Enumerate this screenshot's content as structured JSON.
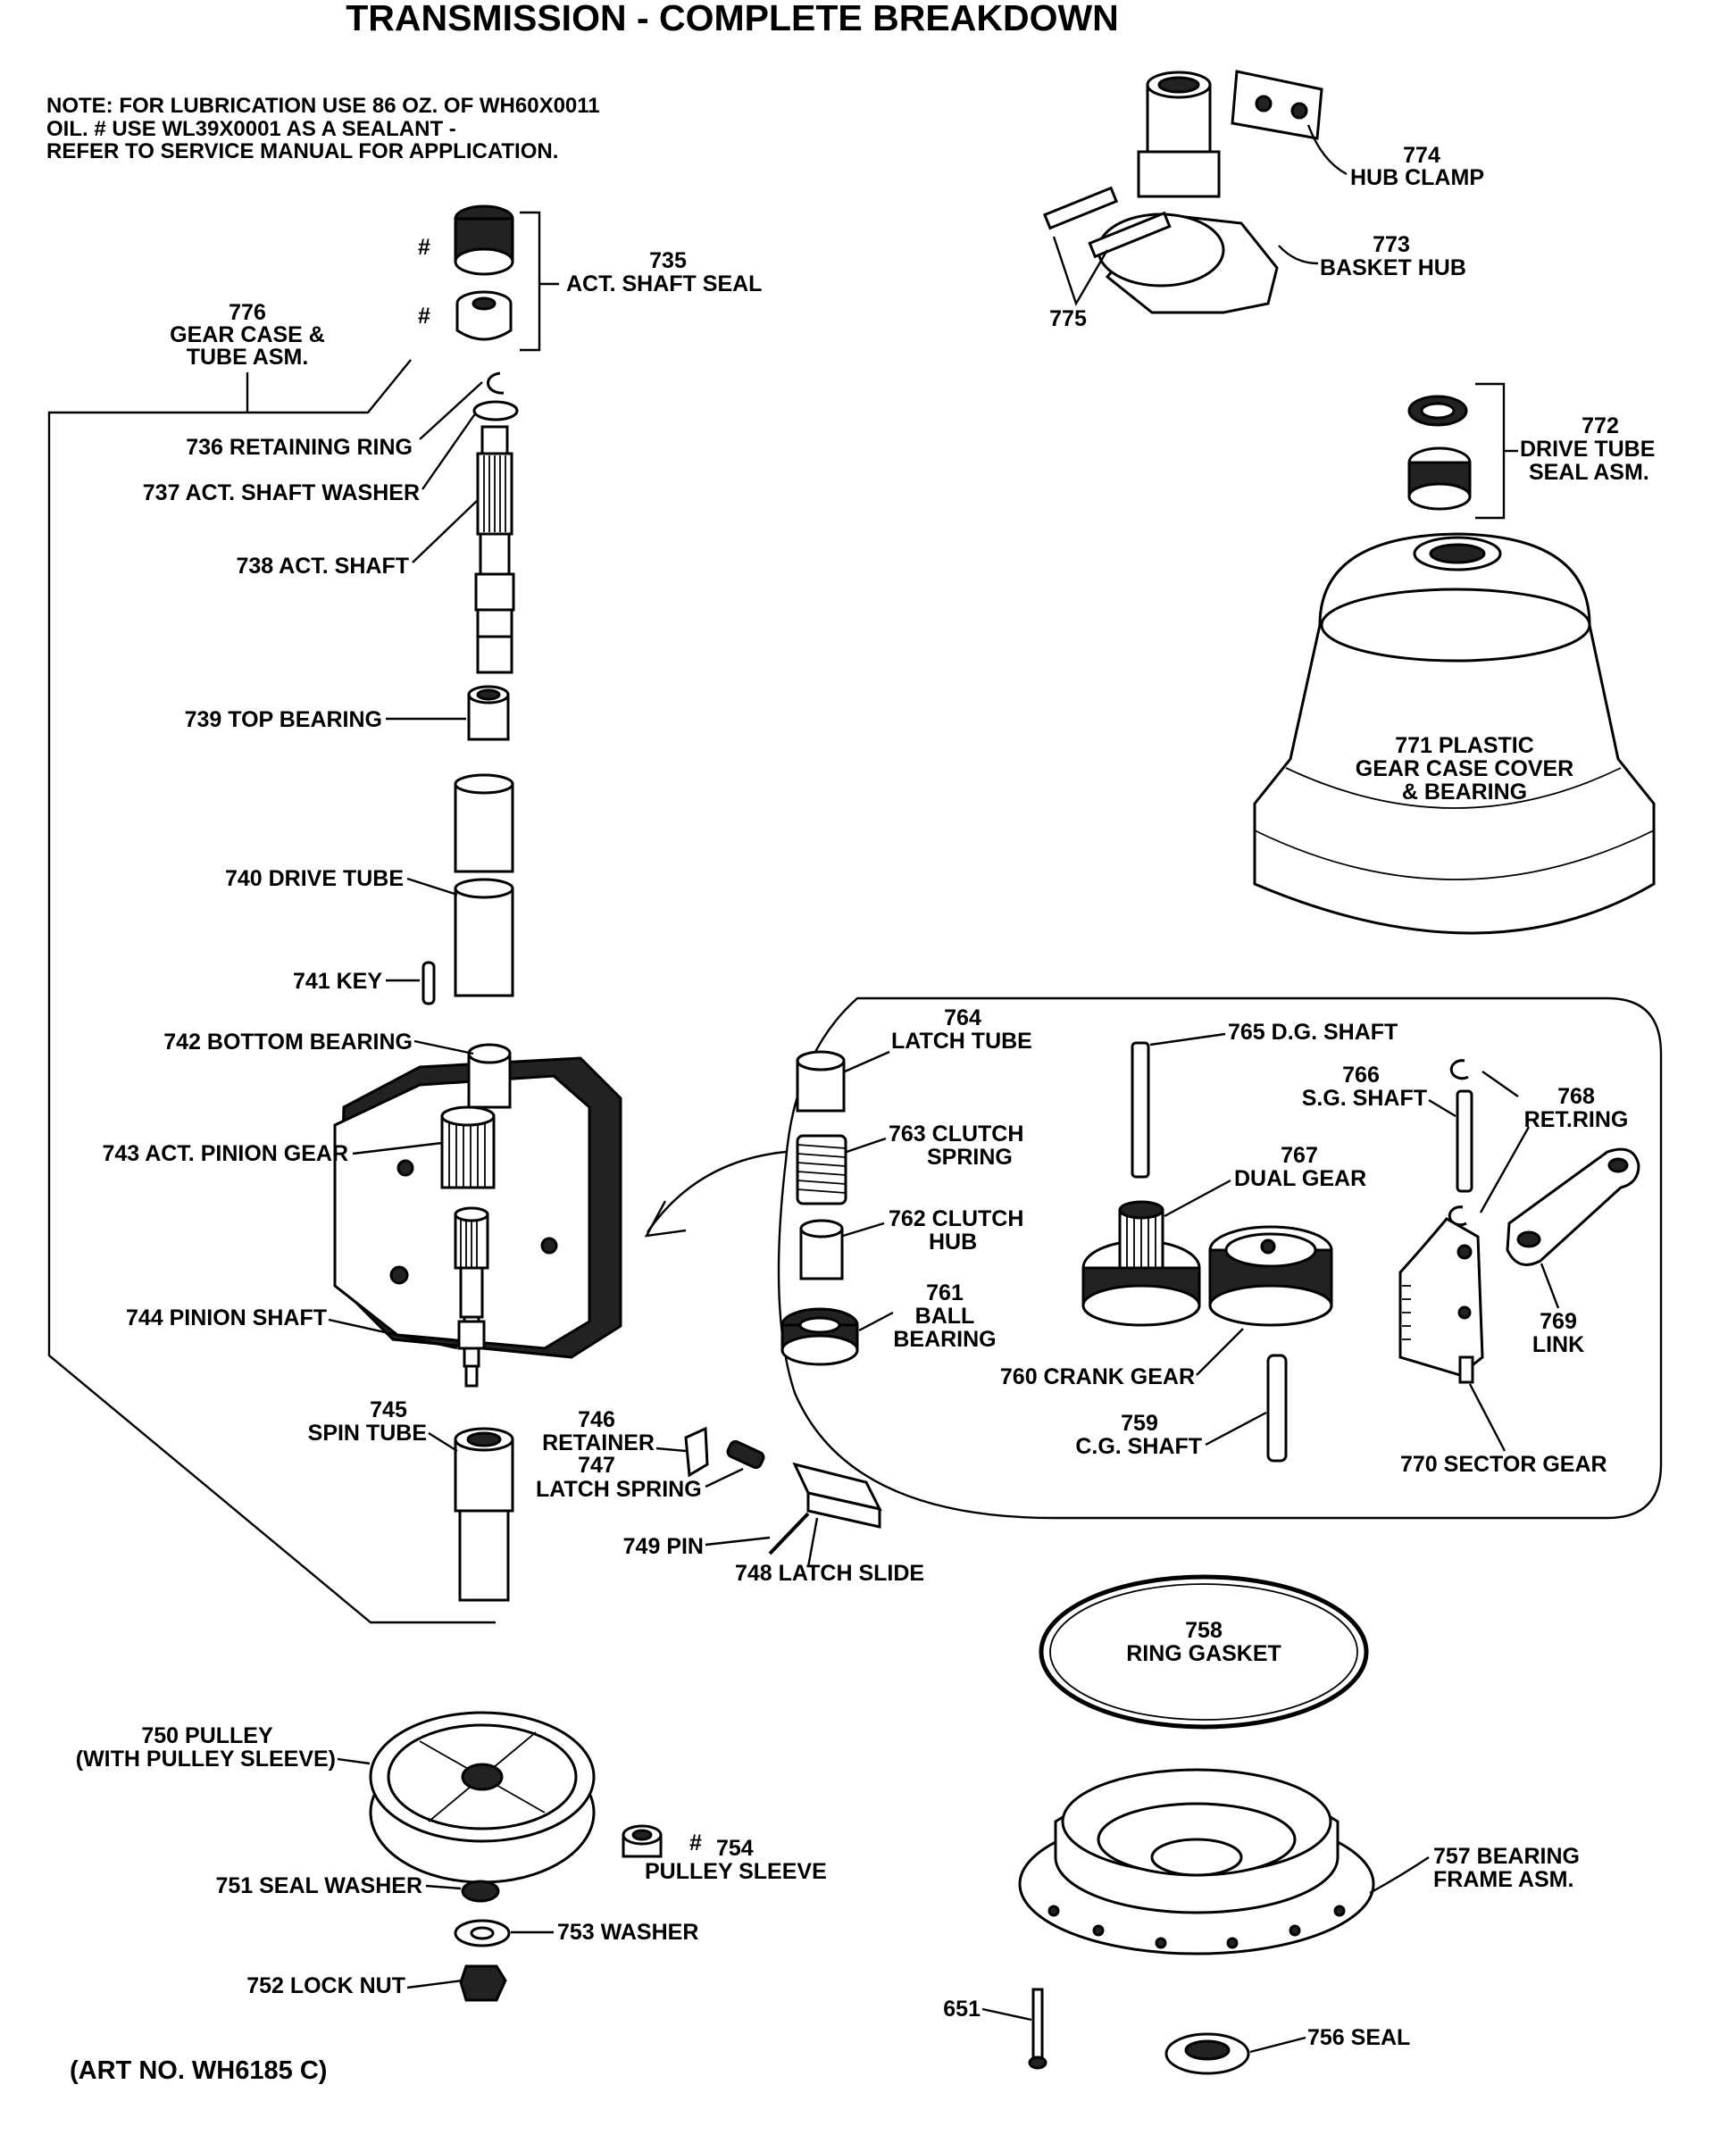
{
  "title": "TRANSMISSION - COMPLETE BREAKDOWN",
  "note": {
    "line1": "NOTE: FOR LUBRICATION USE 86 OZ. OF WH60X0011",
    "line2": "OIL. # USE WL39X0001 AS A SEALANT -",
    "line3": "REFER TO SERVICE MANUAL FOR APPLICATION."
  },
  "art_no": "(ART NO. WH6185 C)",
  "symbols": {
    "hash": "#"
  },
  "labels": {
    "p735": {
      "num": "735",
      "name": "ACT. SHAFT SEAL"
    },
    "p776": {
      "num": "776",
      "line1": "GEAR CASE &",
      "line2": "TUBE ASM."
    },
    "p736": "736 RETAINING RING",
    "p737": "737  ACT. SHAFT WASHER",
    "p738": "738 ACT. SHAFT",
    "p739": "739 TOP BEARING",
    "p740": "740 DRIVE TUBE",
    "p741": "741 KEY",
    "p742": "742 BOTTOM BEARING",
    "p743": "743 ACT. PINION GEAR",
    "p744": "744 PINION SHAFT",
    "p745": {
      "num": "745",
      "name": "SPIN TUBE"
    },
    "p746": {
      "num": "746",
      "name": "RETAINER"
    },
    "p747": {
      "num": "747",
      "name": "LATCH SPRING"
    },
    "p748": "748 LATCH SLIDE",
    "p749": "749 PIN",
    "p750": {
      "line1": "750 PULLEY",
      "line2": "(WITH PULLEY SLEEVE)"
    },
    "p751": "751 SEAL WASHER",
    "p752": "752 LOCK NUT",
    "p753": "753 WASHER",
    "p754": {
      "num": "754",
      "name": "PULLEY SLEEVE"
    },
    "p756": "756 SEAL",
    "p757": {
      "line1": "757 BEARING",
      "line2": "FRAME ASM."
    },
    "p758": {
      "num": "758",
      "name": "RING GASKET"
    },
    "p759": {
      "num": "759",
      "name": "C.G. SHAFT"
    },
    "p760": "760 CRANK GEAR",
    "p761": {
      "num": "761",
      "line1": "BALL",
      "line2": "BEARING"
    },
    "p762": {
      "line1": "762 CLUTCH",
      "line2": "HUB"
    },
    "p763": {
      "line1": "763 CLUTCH",
      "line2": "SPRING"
    },
    "p764": {
      "num": "764",
      "name": "LATCH TUBE"
    },
    "p765": "765 D.G. SHAFT",
    "p766": {
      "num": "766",
      "name": "S.G. SHAFT"
    },
    "p767": {
      "num": "767",
      "name": "DUAL GEAR"
    },
    "p768": {
      "num": "768",
      "name": "RET.RING"
    },
    "p769": {
      "num": "769",
      "name": "LINK"
    },
    "p770": "770 SECTOR GEAR",
    "p771": {
      "line1": "771 PLASTIC",
      "line2": "GEAR CASE COVER",
      "line3": "& BEARING"
    },
    "p772": {
      "num": "772",
      "line1": "DRIVE TUBE",
      "line2": "SEAL ASM."
    },
    "p773": {
      "num": "773",
      "name": "BASKET HUB"
    },
    "p774": {
      "num": "774",
      "name": "HUB CLAMP"
    },
    "p775": "775",
    "p651": "651"
  }
}
